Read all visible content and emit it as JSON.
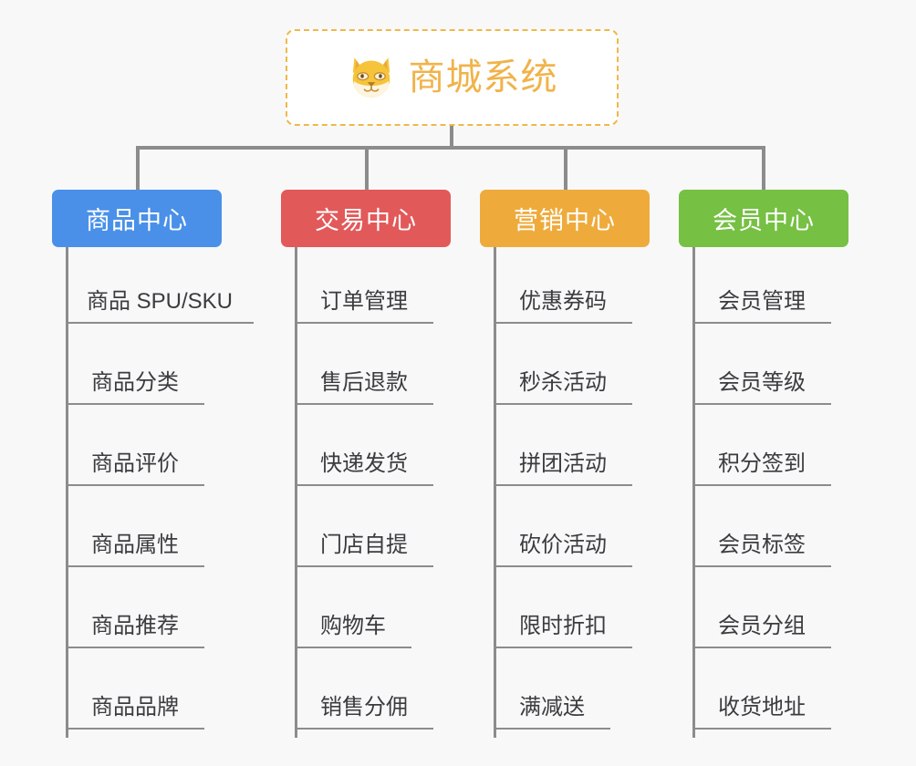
{
  "page": {
    "background_color": "#f8f8f8",
    "line_color": "#8c8c8c",
    "text_color": "#3b3b40"
  },
  "root": {
    "title": "商城系统",
    "icon": "shiba-dog-face-icon",
    "title_color": "#f0b34a",
    "border_color": "#f0b849",
    "fill_color": "#ffffff"
  },
  "branches": [
    {
      "label": "商品中心",
      "color": "#4a90e8",
      "leaves": [
        "商品 SPU/SKU",
        "商品分类",
        "商品评价",
        "商品属性",
        "商品推荐",
        "商品品牌"
      ]
    },
    {
      "label": "交易中心",
      "color": "#e2595a",
      "leaves": [
        "订单管理",
        "售后退款",
        "快递发货",
        "门店自提",
        "购物车",
        "销售分佣"
      ]
    },
    {
      "label": "营销中心",
      "color": "#eeab3c",
      "leaves": [
        "优惠券码",
        "秒杀活动",
        "拼团活动",
        "砍价活动",
        "限时折扣",
        "满减送"
      ]
    },
    {
      "label": "会员中心",
      "color": "#76c044",
      "leaves": [
        "会员管理",
        "会员等级",
        "积分签到",
        "会员标签",
        "会员分组",
        "收货地址"
      ]
    }
  ]
}
